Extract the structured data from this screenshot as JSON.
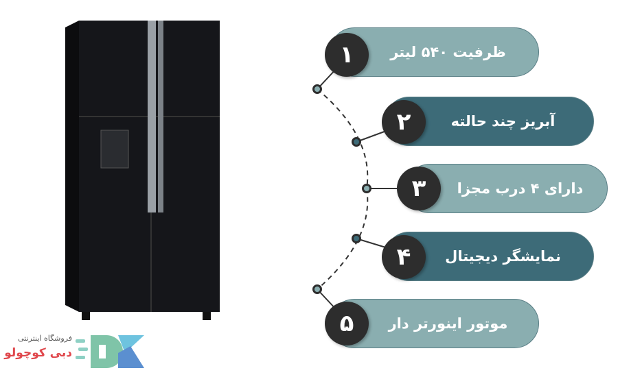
{
  "features": [
    {
      "num": "۱",
      "label": "ظرفیت ۵۴۰ لیتر"
    },
    {
      "num": "۲",
      "label": "آبریز چند حالته"
    },
    {
      "num": "۳",
      "label": "دارای ۴ درب مجزا"
    },
    {
      "num": "۴",
      "label": "نمایشگر دیجیتال"
    },
    {
      "num": "۵",
      "label": "موتور اینورتر دار"
    }
  ],
  "logo": {
    "tagline": "فروشگاه اینترنتی",
    "name": "دبی کوچولو",
    "letters": "DK"
  },
  "colors": {
    "light": "#8aaeb0",
    "dark": "#3d6b78",
    "circle": "#2d2d2d",
    "brand_red": "#e0474c"
  }
}
